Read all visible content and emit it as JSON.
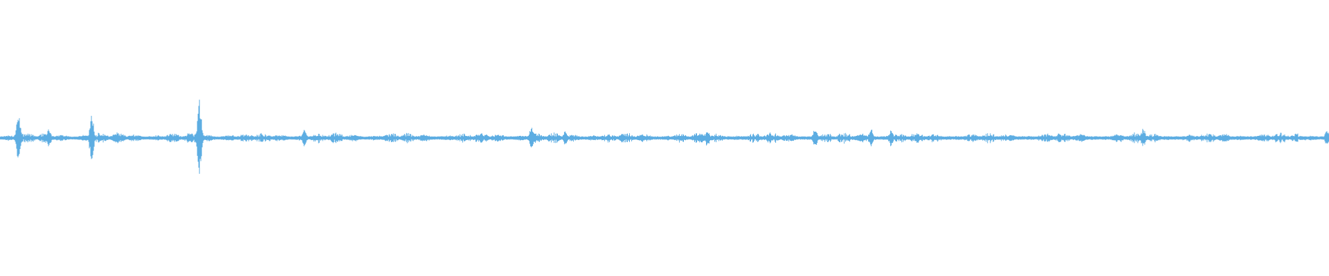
{
  "waveform": {
    "color": "#5dade2",
    "baseline_color": "#5dade2",
    "sample_count": 1920,
    "amplitude_scale": "normalized",
    "peaks": [
      {
        "at": 0.014,
        "amp": 0.22
      },
      {
        "at": 0.069,
        "amp": 0.2
      },
      {
        "at": 0.15,
        "amp": 0.34
      },
      {
        "at": 0.037,
        "amp": 0.08
      },
      {
        "at": 0.229,
        "amp": 0.07
      },
      {
        "at": 0.4,
        "amp": 0.11
      },
      {
        "at": 0.425,
        "amp": 0.06
      },
      {
        "at": 0.532,
        "amp": 0.07
      },
      {
        "at": 0.613,
        "amp": 0.09
      },
      {
        "at": 0.655,
        "amp": 0.08
      },
      {
        "at": 0.67,
        "amp": 0.07
      },
      {
        "at": 0.86,
        "amp": 0.09
      },
      {
        "at": 0.998,
        "amp": 0.08
      }
    ],
    "noise_floor": 0.012,
    "activity_level": 0.035
  }
}
